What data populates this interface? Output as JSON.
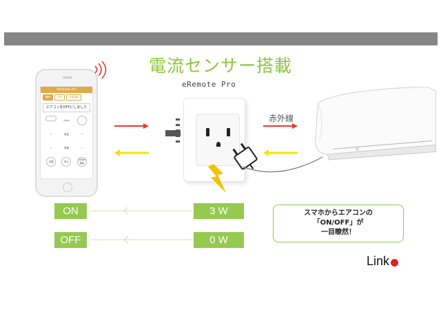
{
  "headline": "電流センサー搭載",
  "device": {
    "title": "eRemote Pro"
  },
  "phone_app": {
    "app_title": "eRemote Pro",
    "tabs": [
      "暖房",
      "冷房",
      "自動運転"
    ],
    "status": "エアコンをOFFにしました",
    "buttons": [
      "",
      "Auto",
      "",
      "",
      "風量",
      "",
      "",
      "電源",
      "",
      "切替",
      "停止",
      "お休み運転"
    ]
  },
  "ir_label": "赤外線",
  "power_rows": [
    {
      "state": "ON",
      "watt": "3 W"
    },
    {
      "state": "OFF",
      "watt": "0 W"
    }
  ],
  "bubble": {
    "line1": "スマホからエアコンの",
    "line2": "「ON/OFF」が",
    "line3": "一目瞭然！"
  },
  "logo": {
    "text": "Link"
  },
  "colors": {
    "accent_green": "#8cc63f",
    "box_green": "#95c94f",
    "arrow_red": "#e53935",
    "arrow_yellow": "#f5e400",
    "logo_red": "#e02020"
  },
  "icons": [
    "wifi-signal-icon",
    "plug-icon",
    "lightning-bolt-icon",
    "arrow-right-icon",
    "arrow-left-icon"
  ]
}
